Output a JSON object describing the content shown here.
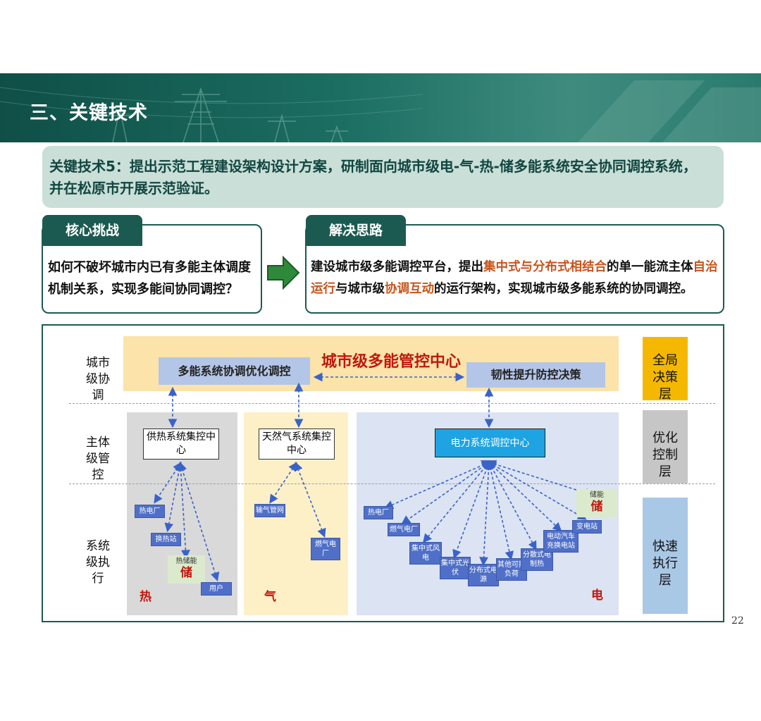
{
  "header": {
    "title": "三、关键技术"
  },
  "banner": {
    "line1": "关键技术5：提出示范工程建设架构设计方案，研制面向城市级电-气-热-储多能系统安全协同调控系统，",
    "line2": "并在松原市开展示范验证。"
  },
  "challenge": {
    "tab": "核心挑战",
    "text": "如何不破坏城市内已有多能主体调度机制关系，实现多能间协同调控？"
  },
  "solution": {
    "tab": "解决思路",
    "parts": [
      "建设城市级多能调控平台，提出",
      "集中式与分布式相结合",
      "的单一能流主体",
      "自治运行",
      "与城市级",
      "协调互动",
      "的运行架构，实现城市级多能系统的协同调控。"
    ]
  },
  "diagram": {
    "row_labels": [
      "城市级协调",
      "主体级管控",
      "系统级执行"
    ],
    "layer_labels": [
      "全局决策层",
      "优化控制层",
      "快速执行层"
    ],
    "center_title": "城市级多能管控中心",
    "top_left_box": "多能系统协调优化调控",
    "top_right_box": "韧性提升防控决策",
    "heat": {
      "center": "供热系统集控中心",
      "nodes": [
        "热电厂",
        "换热站",
        "用户"
      ],
      "storage_caption": "热储能",
      "storage_char": "储",
      "label": "热"
    },
    "gas": {
      "center": "天然气系统集控中心",
      "nodes": [
        "输气管网",
        "燃气电厂"
      ],
      "label": "气"
    },
    "power": {
      "center": "电力系统调控中心",
      "nodes": [
        "热电厂",
        "燃气电厂",
        "集中式风电",
        "集中式光伏",
        "分布式电源",
        "其他可控负荷",
        "分散式电制热",
        "电动汽车充换电站",
        "变电站"
      ],
      "storage_caption": "储能",
      "storage_char": "储",
      "label": "电"
    }
  },
  "page_number": "22",
  "colors": {
    "header": "#1c6e62",
    "accent": "#c8541b",
    "frame": "#1e5a52",
    "gold": "#f5b800",
    "gray": "#c6c6c6",
    "blue": "#a9c8e6"
  }
}
